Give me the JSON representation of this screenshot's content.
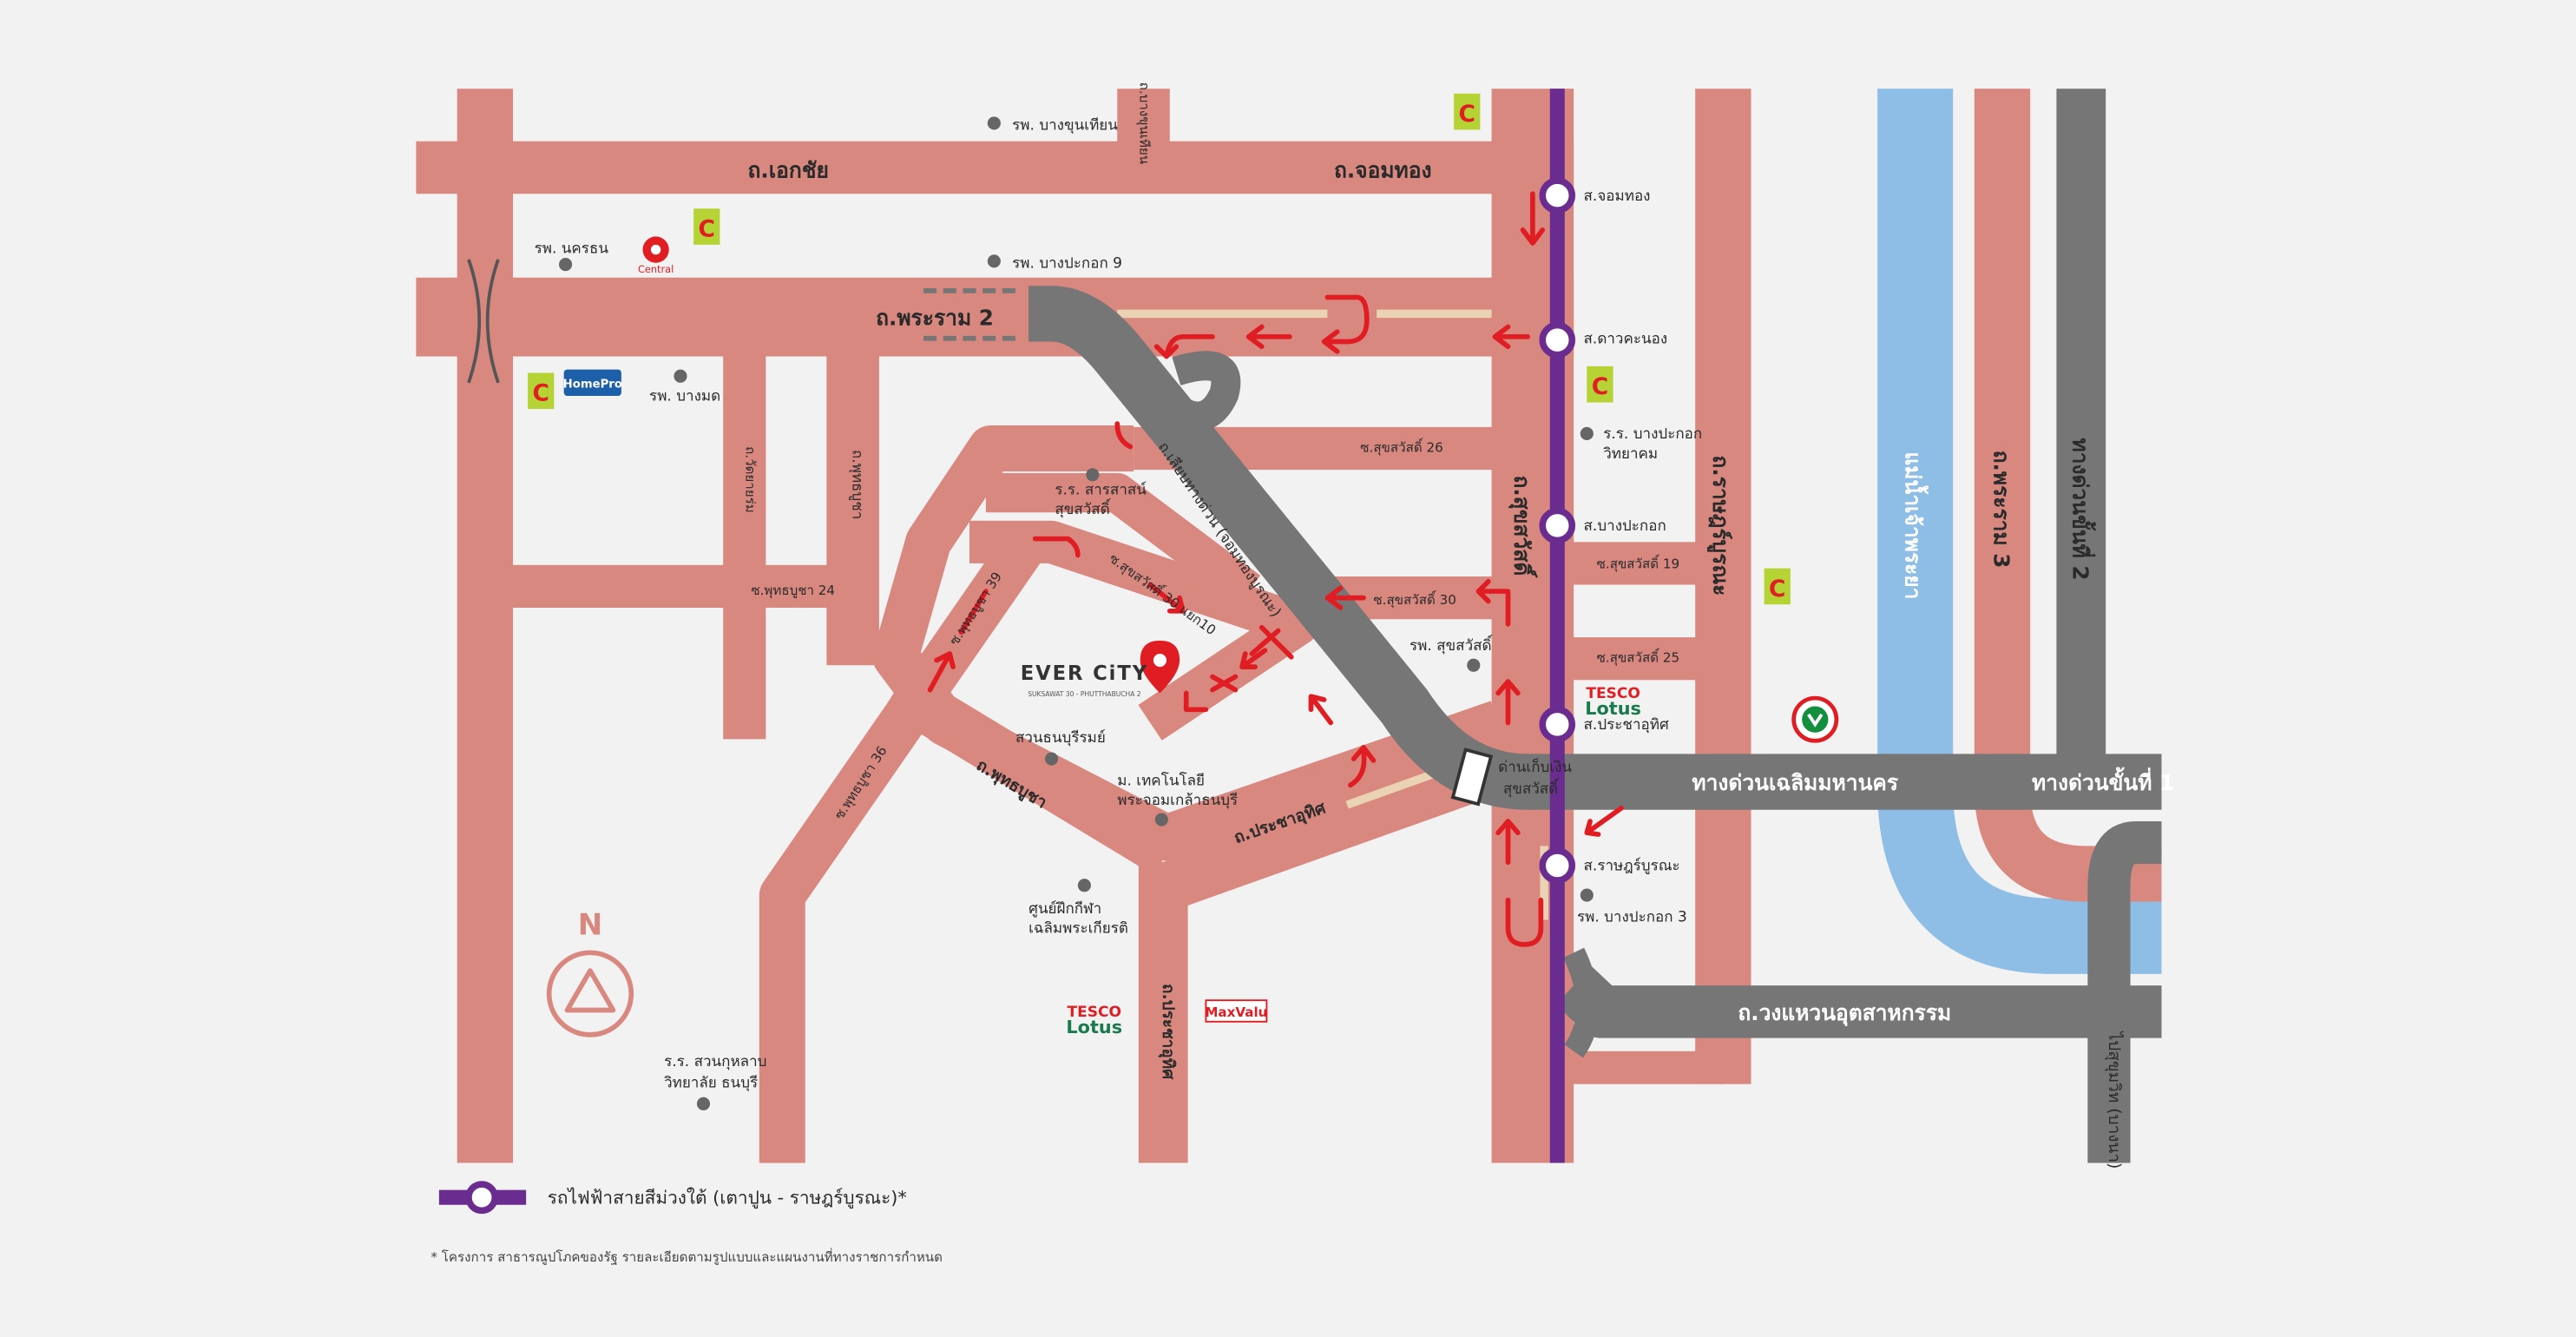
{
  "colors": {
    "background": "#f2f2f2",
    "road": "#d98880",
    "expressway": "#767676",
    "purple_line": "#6a2c8e",
    "river": "#8ebde6",
    "arrow": "#e11d24",
    "local_path": "#ead2b4",
    "project_pin": "#e11d24"
  },
  "roads": {
    "ekkachai": "ถ.เอกชัย",
    "chomthong": "ถ.จอมทอง",
    "rama2": "ถ.พระราม 2",
    "bangkhunthian": "ถ.บางขุนเทียน",
    "suksawat": "ถ.สุขสวัสดิ์",
    "ratburana": "ถ.ราษฎร์บูรณะ",
    "rama3": "ถ.พระราม 3",
    "phutthabucha": "ถ.พุทธบูชา",
    "phutthabucha_n": "ถ.พุทธบูชา",
    "prachauthit": "ถ.ประชาอุทิศ",
    "prachauthit_s": "ถ.ประชาอุทิศ",
    "chalerm_mahanakhon": "ทางด่วนเฉลิมมหานคร",
    "expressway1": "ทางด่วนขั้นที่ 1",
    "expressway2": "ทางด่วนขั้นที่ 2",
    "kanchanaphisek": "ถ.วงแหวนอุตสาหกรรม",
    "thian_thale": "ถ.เลียบทางด่วน (จอมทองบูรณะ)",
    "to_sukhumvit": "ไปสุขุมวิท (บางนา)",
    "wat_yai": "ถ.วัดยายร่ม",
    "bangkhuntian_top": "ถ.บางขุนเทียน"
  },
  "sois": {
    "suksawat26": "ซ.สุขสวัสดิ์ 26",
    "suksawat30": "ซ.สุขสวัสดิ์ 30",
    "suksawat19": "ซ.สุขสวัสดิ์ 19",
    "suksawat25": "ซ.สุขสวัสดิ์ 25",
    "phutthabucha24": "ซ.พุทธบูชา 24",
    "phutthabucha39": "ซ.พุทธบูชา 39",
    "phutthabucha36": "ซ.พุทธบูชา 36",
    "suksawat30_inner": "ซ.สุขสวัสดิ์ 30 แยก10"
  },
  "stations": {
    "chomthong": "ส.จอมทอง",
    "daokanong": "ส.ดาวคะนอง",
    "bangpakok": "ส.บางปะกอก",
    "prachauthit": "ส.ประชาอุทิศ",
    "ratburana": "ส.ราษฎร์บูรณะ"
  },
  "pois": {
    "hosp_bangkhuntian": "รพ. บางขุนเทียน",
    "hosp_nakhon": "รพ. นครธน",
    "hosp_bangpakok9": "รพ. บางปะกอก 9",
    "hosp_bangmod": "รพ. บางมด",
    "school_sarasas_1": "ร.ร. สารสาสน์",
    "school_sarasas_2": "สุขสวัสดิ์",
    "school_bangpakok_1": "ร.ร. บางปะกอก",
    "school_bangpakok_2": "วิทยาคม",
    "hosp_suksawat": "รพ. สุขสวัสดิ์",
    "toll_1": "ด่านเก็บเงิน",
    "toll_2": "สุขสวัสดิ์",
    "park_thonburirom": "สวนธนบุรีรมย์",
    "kmutt_1": "ม. เทคโนโลยี",
    "kmutt_2": "พระจอมเกล้าธนบุรี",
    "sports_1": "ศูนย์ฝึกกีฬา",
    "sports_2": "เฉลิมพระเกียรติ",
    "hosp_bangpakok3": "รพ. บางปะกอก 3",
    "school_suankularb_1": "ร.ร. สวนกุหลาบ",
    "school_suankularb_2": "วิทยาลัย ธนบุรี"
  },
  "brands": {
    "central": "Central",
    "homepro": "HomePro",
    "bigc": "C",
    "tesco_1": "TESCO",
    "tesco_2": "Lotus",
    "maxvalu": "MaxValu"
  },
  "rivers": {
    "chaophraya": "แม่น้ำเจ้าพระยา"
  },
  "project": {
    "name": "EVER CiTY",
    "subtitle": "SUKSAWAT 30 - PHUTTHABUCHA 2"
  },
  "compass": {
    "north": "N"
  },
  "legend": {
    "purple_line": "รถไฟฟ้าสายสีม่วงใต้ (เตาปูน - ราษฎร์บูรณะ)*"
  },
  "footnote": "* โครงการ สาธารณูปโภคของรัฐ รายละเอียดตามรูปแบบและแผนงานที่ทางราชการกำหนด"
}
